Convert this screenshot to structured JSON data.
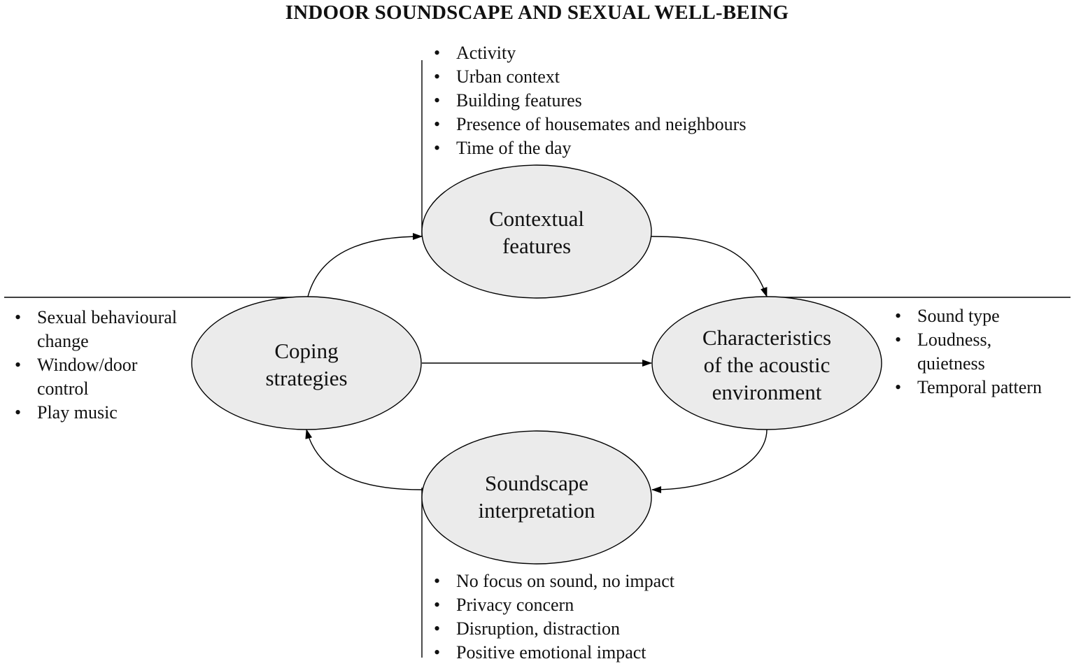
{
  "title": "INDOOR SOUNDSCAPE AND SEXUAL WELL-BEING",
  "nodes": {
    "contextual": {
      "lines": [
        "Contextual",
        "features"
      ]
    },
    "coping": {
      "lines": [
        "Coping",
        "strategies"
      ]
    },
    "acoustic": {
      "lines": [
        "Characteristics",
        "of the acoustic",
        "environment"
      ]
    },
    "interpretation": {
      "lines": [
        "Soundscape",
        "interpretation"
      ]
    }
  },
  "lists": {
    "contextual": [
      {
        "lines": [
          "Activity"
        ]
      },
      {
        "lines": [
          "Urban context"
        ]
      },
      {
        "lines": [
          "Building features"
        ]
      },
      {
        "lines": [
          "Presence of housemates and neighbours"
        ]
      },
      {
        "lines": [
          "Time of the day"
        ]
      }
    ],
    "coping": [
      {
        "lines": [
          "Sexual behavioural",
          "change"
        ]
      },
      {
        "lines": [
          "Window/door",
          "control"
        ]
      },
      {
        "lines": [
          "Play music"
        ]
      }
    ],
    "acoustic": [
      {
        "lines": [
          "Sound type"
        ]
      },
      {
        "lines": [
          "Loudness,",
          "quietness"
        ]
      },
      {
        "lines": [
          "Temporal pattern"
        ]
      }
    ],
    "interpretation": [
      {
        "lines": [
          "No focus on sound, no impact"
        ]
      },
      {
        "lines": [
          "Privacy concern"
        ]
      },
      {
        "lines": [
          "Disruption, distraction"
        ]
      },
      {
        "lines": [
          "Positive emotional impact"
        ]
      }
    ]
  },
  "colors": {
    "ellipse_fill": "#ebebeb",
    "stroke": "#000000",
    "text": "#111111"
  }
}
